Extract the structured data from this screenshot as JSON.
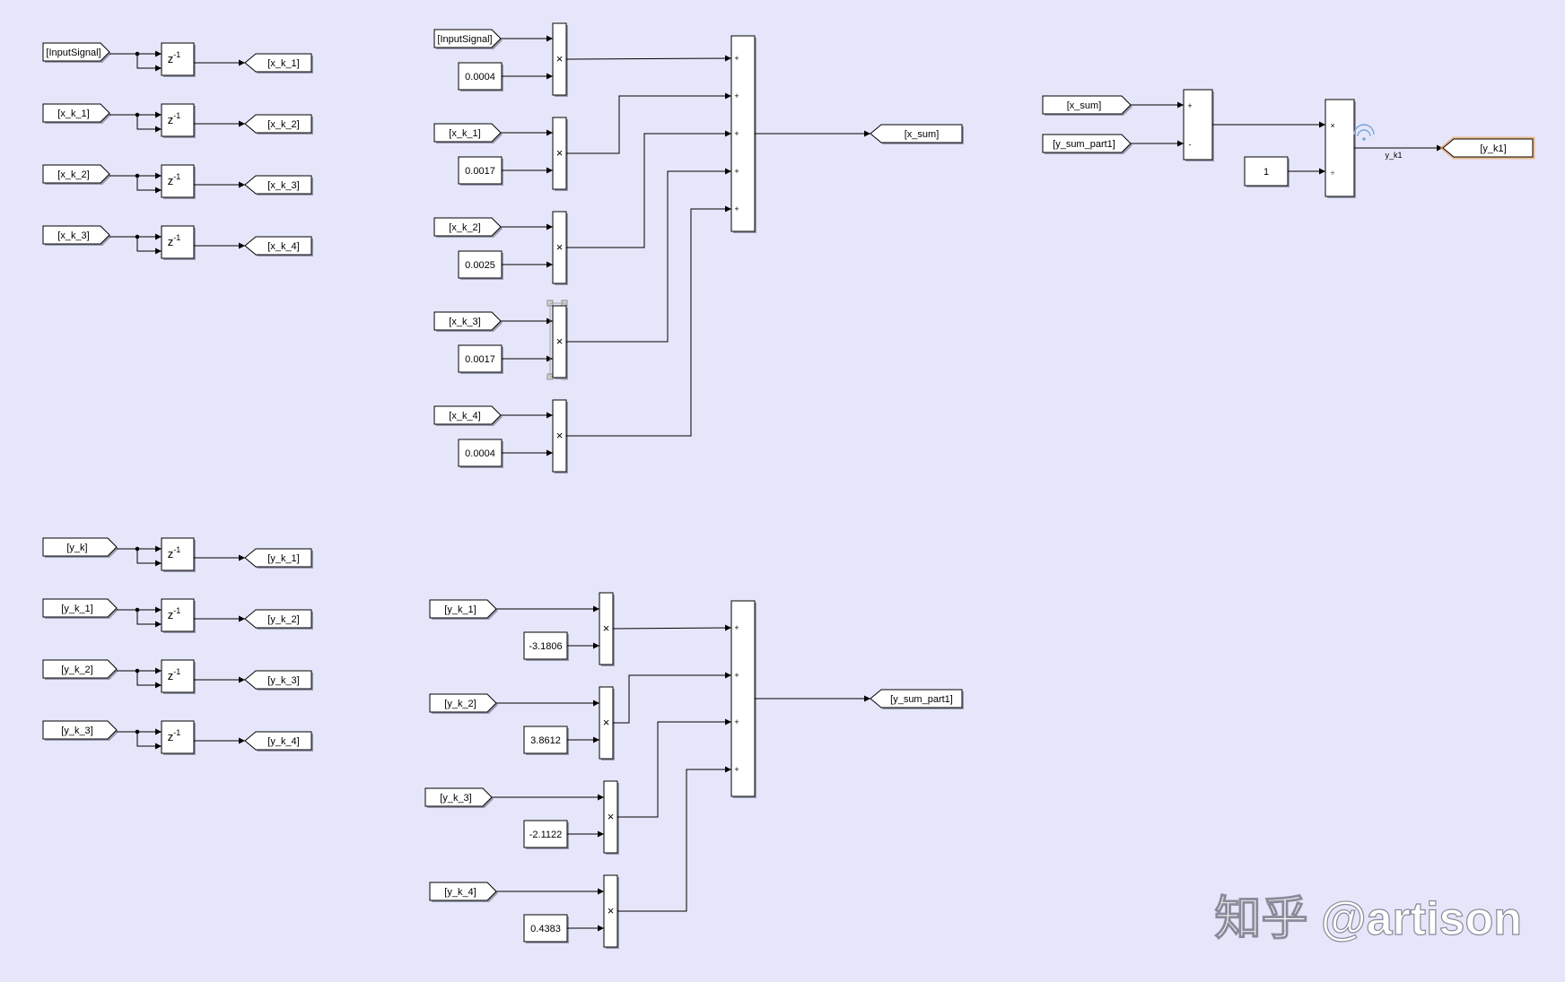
{
  "delay_label": "z",
  "delay_exp": "-1",
  "mul_symbol": "×",
  "sum_sign": "+",
  "minus_sign": "-",
  "div_sign": "÷",
  "delays": [
    {
      "in": "[InputSignal]",
      "out": "[x_k_1]"
    },
    {
      "in": "[x_k_1]",
      "out": "[x_k_2]"
    },
    {
      "in": "[x_k_2]",
      "out": "[x_k_3]"
    },
    {
      "in": "[x_k_3]",
      "out": "[x_k_4]"
    },
    {
      "in": "[y_k]",
      "out": "[y_k_1]"
    },
    {
      "in": "[y_k_1]",
      "out": "[y_k_2]"
    },
    {
      "in": "[y_k_2]",
      "out": "[y_k_3]"
    },
    {
      "in": "[y_k_3]",
      "out": "[y_k_4]"
    }
  ],
  "x_terms": [
    {
      "from": "[InputSignal]",
      "gain": "0.0004"
    },
    {
      "from": "[x_k_1]",
      "gain": "0.0017"
    },
    {
      "from": "[x_k_2]",
      "gain": "0.0025"
    },
    {
      "from": "[x_k_3]",
      "gain": "0.0017"
    },
    {
      "from": "[x_k_4]",
      "gain": "0.0004"
    }
  ],
  "x_sum_out": "[x_sum]",
  "y_terms": [
    {
      "from": "[y_k_1]",
      "gain": "-3.1806"
    },
    {
      "from": "[y_k_2]",
      "gain": "3.8612"
    },
    {
      "from": "[y_k_3]",
      "gain": "-2.1122"
    },
    {
      "from": "[y_k_4]",
      "gain": "0.4383"
    }
  ],
  "y_sum_out": "[y_sum_part1]",
  "final": {
    "in1": "[x_sum]",
    "in2": "[y_sum_part1]",
    "const": "1",
    "signal_name": "y_k1",
    "out": "[y_k1]"
  },
  "watermark": "知乎 @artison",
  "colors": {
    "background": "#e6e6fa",
    "highlight": "#f0a45a"
  }
}
